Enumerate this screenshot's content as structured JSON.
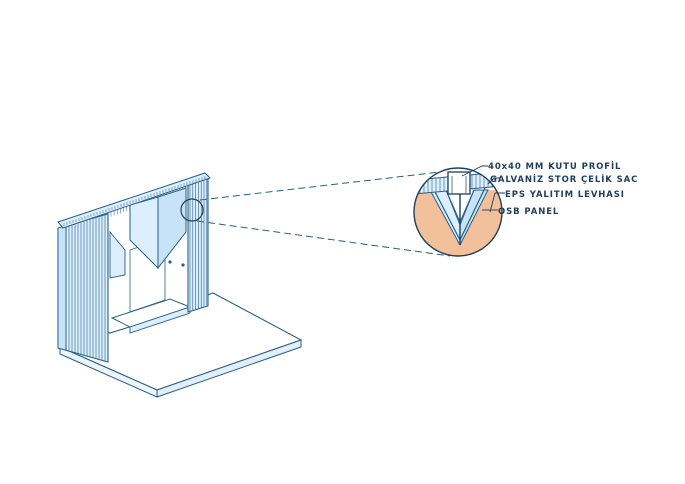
{
  "diagram": {
    "callouts": [
      {
        "label": "40x40 MM KUTU PROFİL"
      },
      {
        "label": "GALVANİZ STOR ÇELİK SAC"
      },
      {
        "label": "EPS YALITIM LEVHASI"
      },
      {
        "label": "OSB PANEL"
      }
    ],
    "colors": {
      "outline": "#2a5f86",
      "panel_fill": "#dcefff",
      "eps_fill": "#f2c09a",
      "osb_fill": "#eaf4fb",
      "label": "#1f3f5c"
    }
  }
}
